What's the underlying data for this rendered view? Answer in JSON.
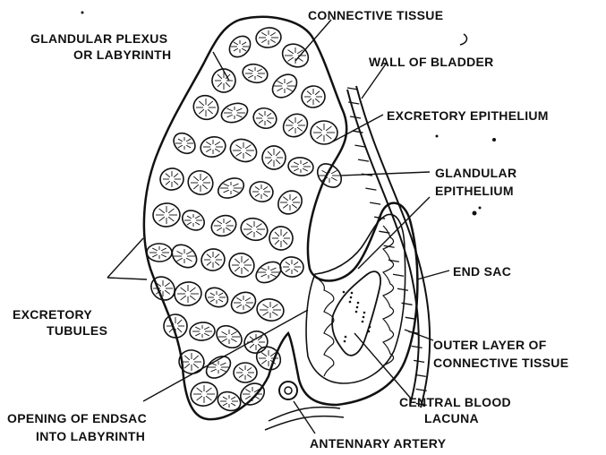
{
  "labels": {
    "connective_tissue": "CONNECTIVE TISSUE",
    "glandular_plexus_1": "GLANDULAR PLEXUS",
    "glandular_plexus_2": "OR LABYRINTH",
    "wall_of_bladder": "WALL OF BLADDER",
    "excretory_epithelium": "EXCRETORY EPITHELIUM",
    "glandular_epithelium_1": "GLANDULAR",
    "glandular_epithelium_2": "EPITHELIUM",
    "end_sac": "END SAC",
    "excretory_tubules_1": "EXCRETORY",
    "excretory_tubules_2": "TUBULES",
    "outer_layer_1": "OUTER LAYER OF",
    "outer_layer_2": "CONNECTIVE TISSUE",
    "central_blood_1": "CENTRAL BLOOD",
    "central_blood_2": "LACUNA",
    "opening_1": "OPENING OF ENDSAC",
    "opening_2": "INTO LABYRINTH",
    "antennary_artery": "ANTENNARY ARTERY"
  }
}
